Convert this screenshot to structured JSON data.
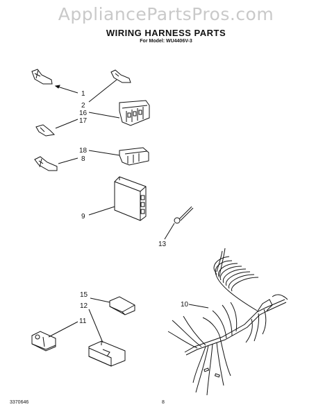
{
  "watermark": "AppliancePartsPros.com",
  "title": "WIRING HARNESS PARTS",
  "subtitle": "For Model: WU4406V-3",
  "callouts": [
    "1",
    "2",
    "16",
    "17",
    "18",
    "8",
    "9",
    "13",
    "15",
    "12",
    "11",
    "10"
  ],
  "footer": {
    "doc_number": "3370646",
    "page": "8"
  }
}
